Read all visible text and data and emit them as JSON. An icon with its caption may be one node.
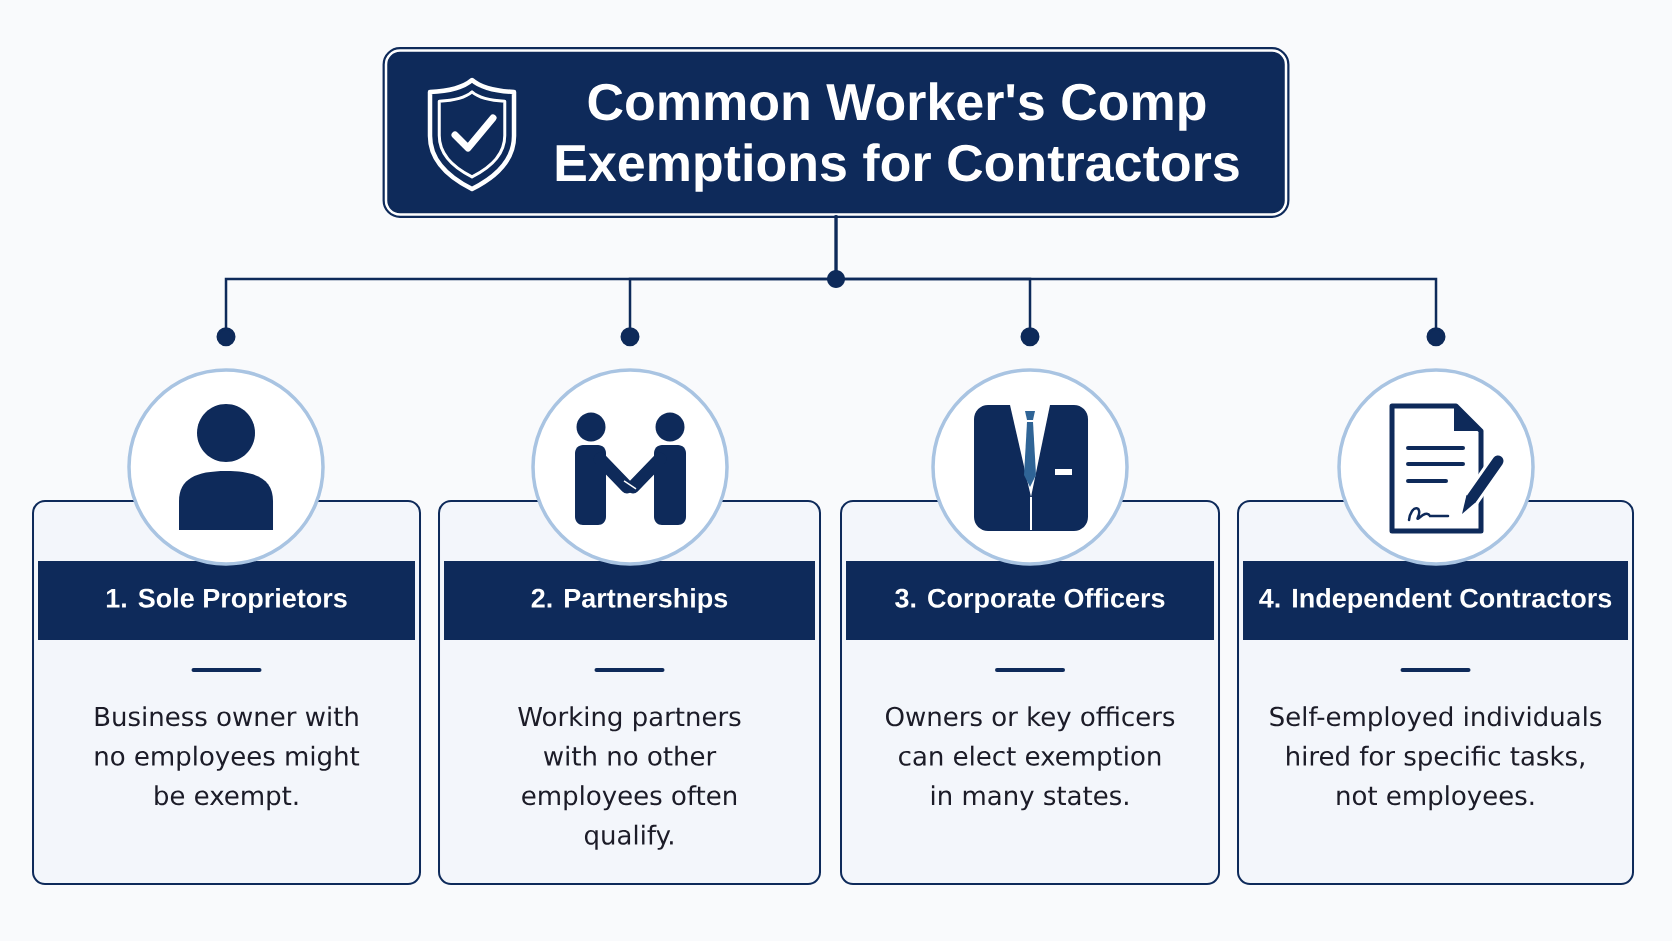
{
  "diagram": {
    "nodes": [
      {
        "text": [
          "Common Worker's Comp Exemptions for Contractors"
        ]
      },
      {
        "text": [],
        "shape": "circle"
      },
      {
        "text": [
          "1. Sole Proprietors",
          "Business owner with no employees might be exempt."
        ]
      },
      {
        "text": [],
        "shape": "circle"
      },
      {
        "text": [
          "2. Partnerships",
          "Working partners with no other employees often qualify."
        ]
      },
      {
        "text": [],
        "shape": "circle"
      },
      {
        "text": [
          "3. Corporate Officers",
          "Owners or key officers can elect exemption in many states."
        ]
      },
      {
        "text": [],
        "shape": "circle"
      },
      {
        "text": [
          "4. Independent Contractors",
          "Self-employed individuals hired for specific tasks, not employees."
        ]
      }
    ],
    "edges": [
      {
        "from": 0,
        "to": 1,
        "arrow": "other"
      },
      {
        "from": 0,
        "to": 3,
        "arrow": "other"
      },
      {
        "from": 0,
        "to": 5,
        "arrow": "other"
      },
      {
        "from": 0,
        "to": 7,
        "arrow": "other"
      }
    ]
  }
}
